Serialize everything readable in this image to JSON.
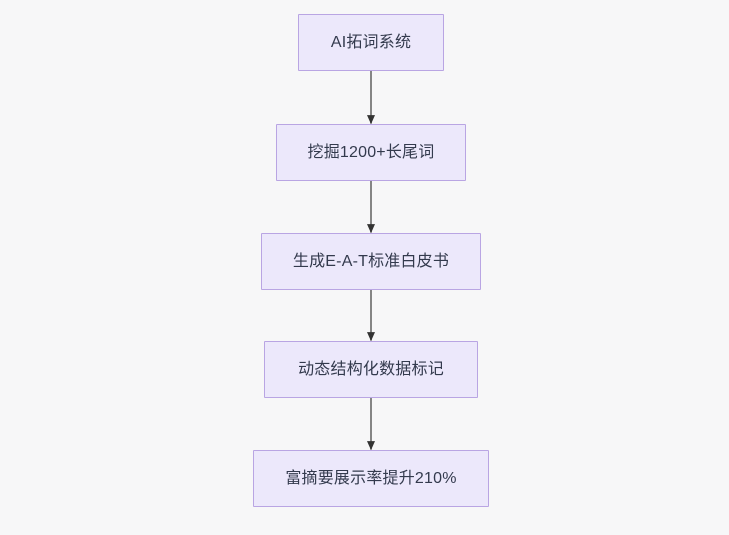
{
  "diagram": {
    "type": "flowchart",
    "direction": "top-down",
    "background_color": "#f7f7f8",
    "node_fill_color": "#ece8fb",
    "node_border_color": "#b9a5e3",
    "node_text_color": "#333a4d",
    "edge_color": "#858585",
    "arrowhead_color": "#333333",
    "nodes": [
      {
        "id": "n1",
        "label": "AI拓词系统"
      },
      {
        "id": "n2",
        "label": "挖掘1200+长尾词"
      },
      {
        "id": "n3",
        "label": "生成E-A-T标准白皮书"
      },
      {
        "id": "n4",
        "label": "动态结构化数据标记"
      },
      {
        "id": "n5",
        "label": "富摘要展示率提升210%"
      }
    ],
    "edges": [
      {
        "from": "n1",
        "to": "n2",
        "label": ""
      },
      {
        "from": "n2",
        "to": "n3",
        "label": ""
      },
      {
        "from": "n3",
        "to": "n4",
        "label": ""
      },
      {
        "from": "n4",
        "to": "n5",
        "label": ""
      }
    ]
  }
}
